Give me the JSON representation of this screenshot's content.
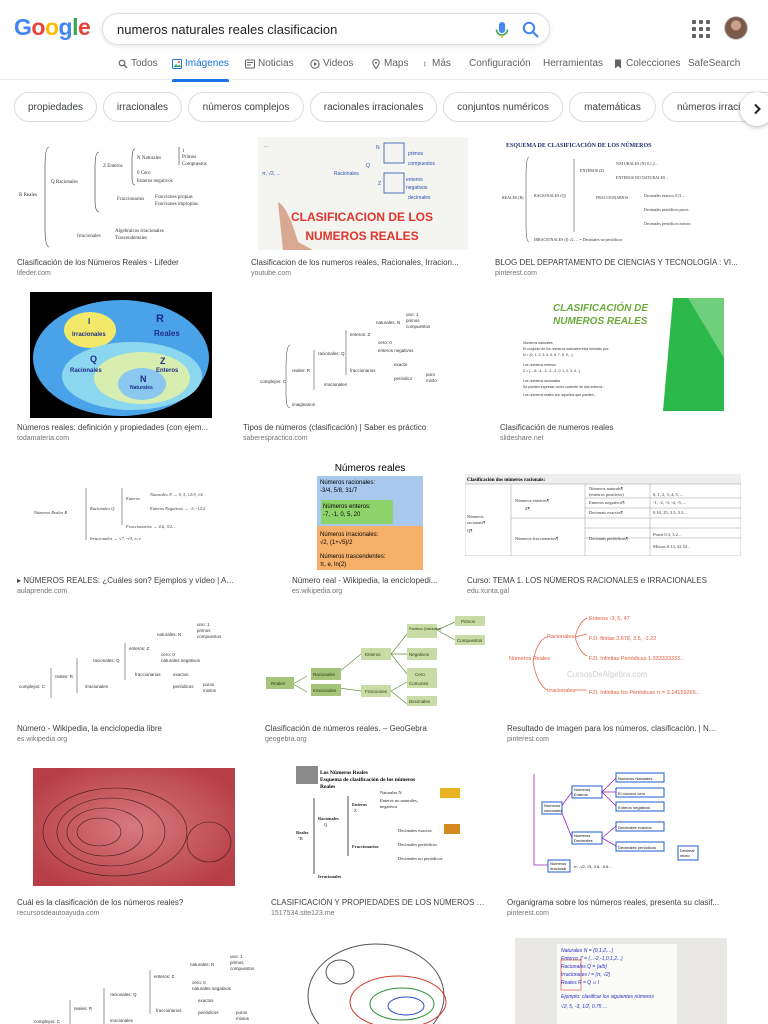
{
  "search": {
    "query": "numeros naturales reales clasificacion"
  },
  "logo": {
    "text": "Google",
    "colors": [
      "#4285F4",
      "#EA4335",
      "#FBBC05",
      "#4285F4",
      "#34A853",
      "#EA4335"
    ]
  },
  "tabs": [
    {
      "label": "Todos",
      "icon": "search-icon",
      "active": false
    },
    {
      "label": "Imágenes",
      "icon": "image-icon",
      "active": true
    },
    {
      "label": "Noticias",
      "icon": "news-icon",
      "active": false
    },
    {
      "label": "Videos",
      "icon": "video-icon",
      "active": false
    },
    {
      "label": "Maps",
      "icon": "map-pin-icon",
      "active": false
    },
    {
      "label": "Más",
      "icon": "more-vert-icon",
      "active": false
    },
    {
      "label": "Configuración",
      "icon": "",
      "active": false
    },
    {
      "label": "Herramientas",
      "icon": "",
      "active": false
    },
    {
      "label": "Colecciones",
      "icon": "bookmark-icon",
      "active": false
    },
    {
      "label": "SafeSearch",
      "icon": "",
      "active": false
    }
  ],
  "chips": [
    "propiedades",
    "irracionales",
    "números complejos",
    "racionales irracionales",
    "conjuntos numéricos",
    "matemáticas",
    "números irracionales"
  ],
  "results": [
    {
      "caption": "Clasificación de los Números Reales - Lifeder",
      "source": "lifeder.com"
    },
    {
      "caption": "Clasificacion de los numeros reales, Racionales, Irracion...",
      "source": "youtube.com"
    },
    {
      "caption": "BLOG DEL DEPARTAMENTO DE CIENCIAS Y TECNOLOGÍA : VI...",
      "source": "pinterest.com"
    },
    {
      "caption": "Números reales: definición y propiedades (con ejem...",
      "source": "todamateria.com"
    },
    {
      "caption": "Tipos de números (clasificación) | Saber es práctico",
      "source": "saberespractico.com"
    },
    {
      "caption": "Clasificación de numeros reales",
      "source": "slideshare.net"
    },
    {
      "caption": "▸ NÚMEROS REALES: ¿Cuáles son? Ejemplos y vídeo | Aulaprende",
      "source": "aulaprende.com"
    },
    {
      "caption": "Número real - Wikipedia, la enciclopedi...",
      "source": "es.wikipedia.org"
    },
    {
      "caption": "Curso: TEMA 1. LOS NÚMEROS RACIONALES e IRRACIONALES",
      "source": "edu.xunta.gal"
    },
    {
      "caption": "Número - Wikipedia, la enciclopedia libre",
      "source": "es.wikipedia.org"
    },
    {
      "caption": "Clasificación de números reales. – GeoGebra",
      "source": "geogebra.org"
    },
    {
      "caption": "Resultado de imagen para los números, clasificación. | N...",
      "source": "pinterest.com"
    },
    {
      "caption": "Cuál es la clasificación de los números reales?",
      "source": "recursosdeautoayuda.com"
    },
    {
      "caption": "CLASIFICACIÓN Y PROPIEDADES DE LOS NÚMEROS R...",
      "source": "1517534.site123.me"
    },
    {
      "caption": "Organigrama sobre los números reales, presenta su clasif...",
      "source": "pinterest.com"
    }
  ],
  "thumbs": {
    "video_title": "CLASIFICACION DE LOS NUMEROS REALES",
    "blog_title": "ESQUEMA DE CLASIFICACIÓN DE LOS NÚMEROS",
    "venn_real": "R",
    "venn_reales": "Reales",
    "venn_irr": "Irracionales",
    "venn_q": "Q",
    "venn_rac": "Racionales",
    "venn_z": "Z",
    "venn_ent": "Enteros",
    "venn_n": "N",
    "venn_nat": "Naturales",
    "slide_title": "CLASIFICACIÓN DE NUMEROS REALES",
    "wiki_title": "Números reales",
    "wiki_box1": "Números racionales:",
    "wiki_box1b": "-3/4, 5/8, 31/7",
    "wiki_box2": "Números enteros:",
    "wiki_box2b": "-7, -1, 0, 5, 20",
    "wiki_box3": "Números irracionales:",
    "wiki_box3b": "√2, (1+√5)/2",
    "wiki_box4": "Números trascendentes:",
    "wiki_box4b": "π, e, ln(2)",
    "xunta_title": "Clasificación dos números racionais:",
    "alg_watermark": "CursosDeAlgebra.com",
    "alg_rac": "Racionales",
    "alg_irr": "Irracionales",
    "alg_nr": "Números Reales",
    "alg_ent": "Enteros -3, 5, 47",
    "alg_fd": "F.D. finitas 2.678, 3.5, -1.22",
    "alg_fdi": "F.D. Infinitas Periódicas 1.333333333...",
    "alg_nop": "F.D. Infinitas No Periódicas π = 3.14159265...",
    "site_title": "Los Números Reales Esquema de clasificación de los números Reales",
    "geo_reales": "Reales",
    "geo_rac": "Racionales",
    "geo_irr": "Irracionales",
    "geo_ent": "Enteros",
    "geo_frac": "Fracciones",
    "geo_pos": "Positivos (Naturales)",
    "geo_neg": "Negativos",
    "geo_cero": "Cero",
    "geo_comunes": "Comunes",
    "geo_dec": "Decimales",
    "geo_primos": "Primos",
    "geo_comp": "Compuestos"
  }
}
